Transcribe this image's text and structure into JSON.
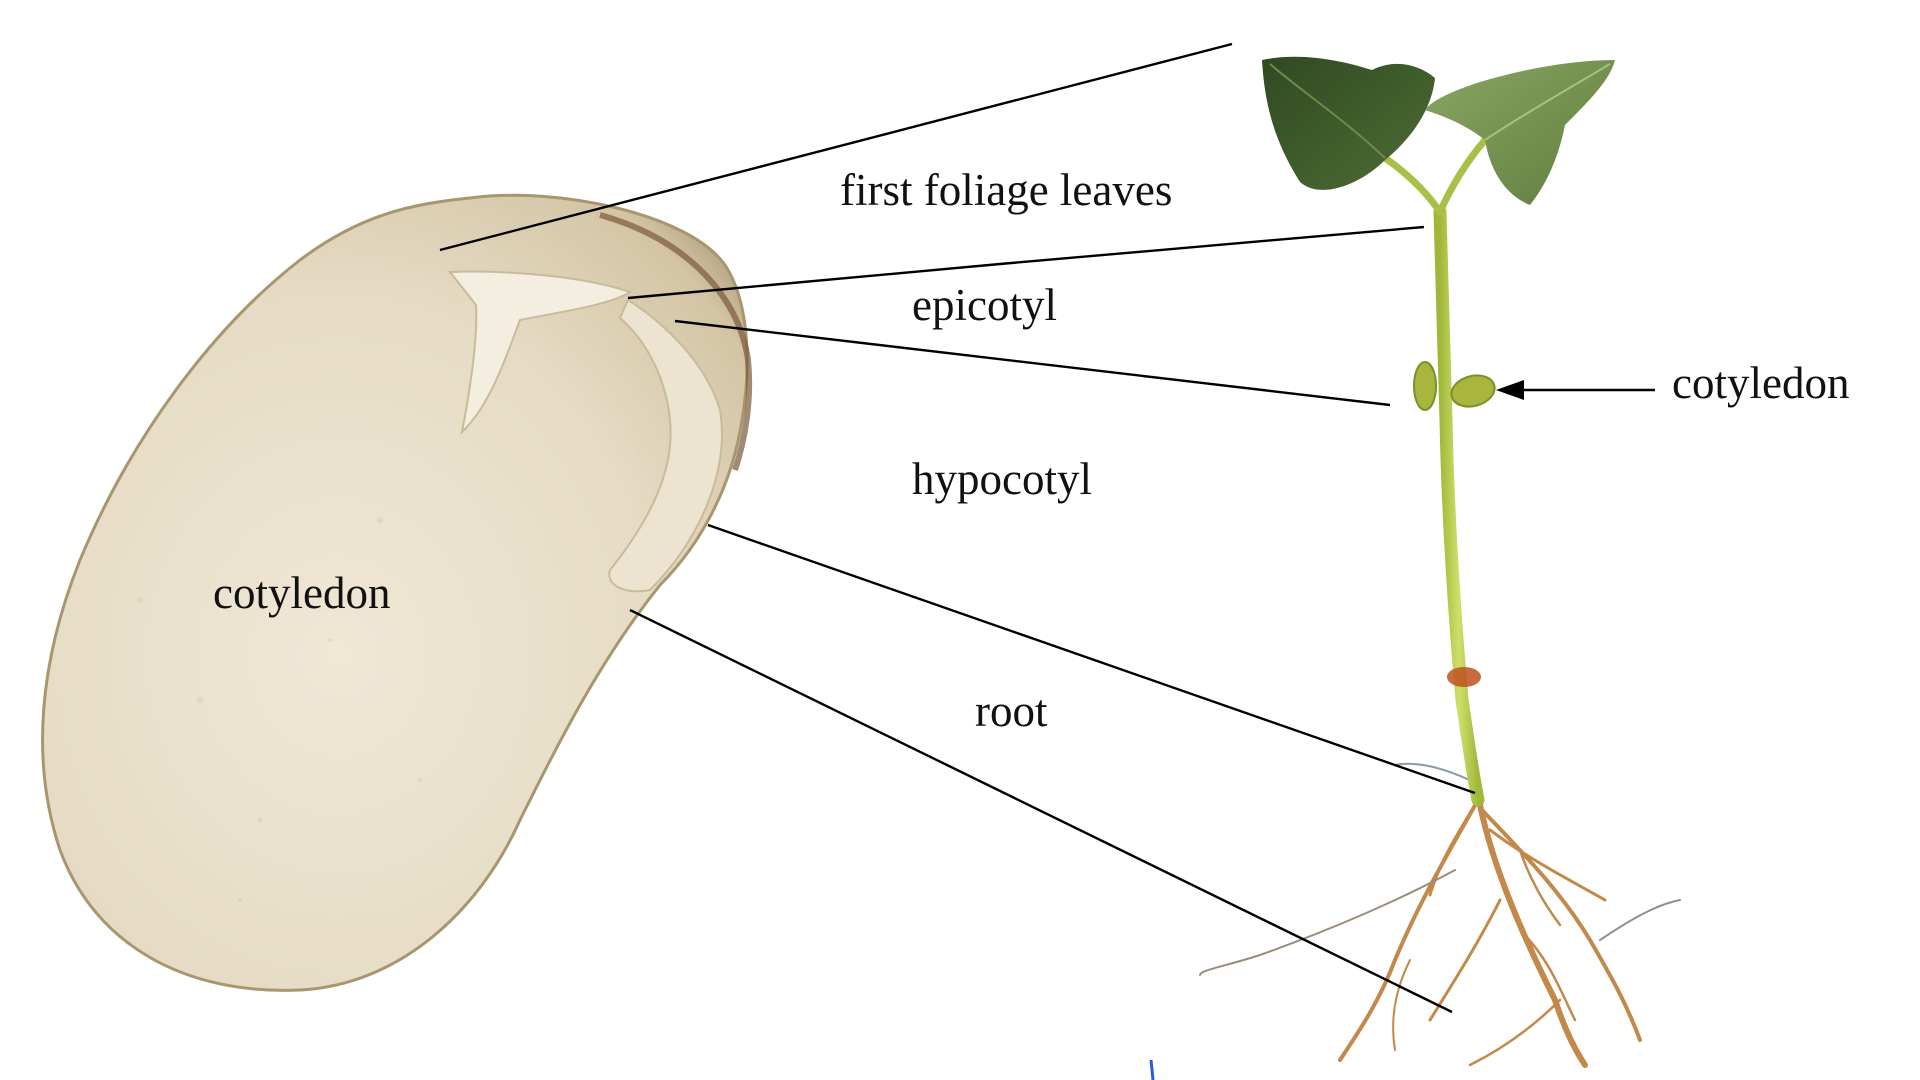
{
  "labels": {
    "first_foliage_leaves": "first foliage leaves",
    "epicotyl": "epicotyl",
    "cotyledon_right": "cotyledon",
    "hypocotyl": "hypocotyl",
    "cotyledon_seed": "cotyledon",
    "root": "root"
  },
  "colors": {
    "seed": "#e9e0cc",
    "seed_edge": "#b3a281",
    "leaf_dark": "#3d5a2a",
    "leaf_light": "#7c9a55",
    "stem": "#b9cf45",
    "root": "#c2894a",
    "leader_line": "#000000",
    "label_text": "#111111"
  }
}
